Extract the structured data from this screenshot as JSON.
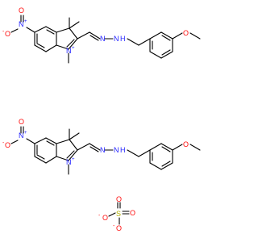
{
  "colors": {
    "carbon": "#000000",
    "nitrogen": "#2121ff",
    "oxygen": "#ff0d0d",
    "sulfur": "#b2b200",
    "background": "#ffffff"
  },
  "cation_labels": {
    "nitro_n": "N",
    "nitro_n_charge": "+",
    "nitro_o_double": "O",
    "nitro_o_single": "O",
    "nitro_o_charge": "-",
    "indolium_n": "N",
    "indolium_n_charge": "+",
    "hydrazone_n1": "N",
    "hydrazone_n2": "N",
    "hydrazone_h": "H",
    "methoxy_o": "O"
  },
  "sulfate_labels": {
    "s": "S",
    "o_top": "O",
    "o_right": "O",
    "o_bottom": "O",
    "o_left": "O",
    "o_charge": "-"
  }
}
